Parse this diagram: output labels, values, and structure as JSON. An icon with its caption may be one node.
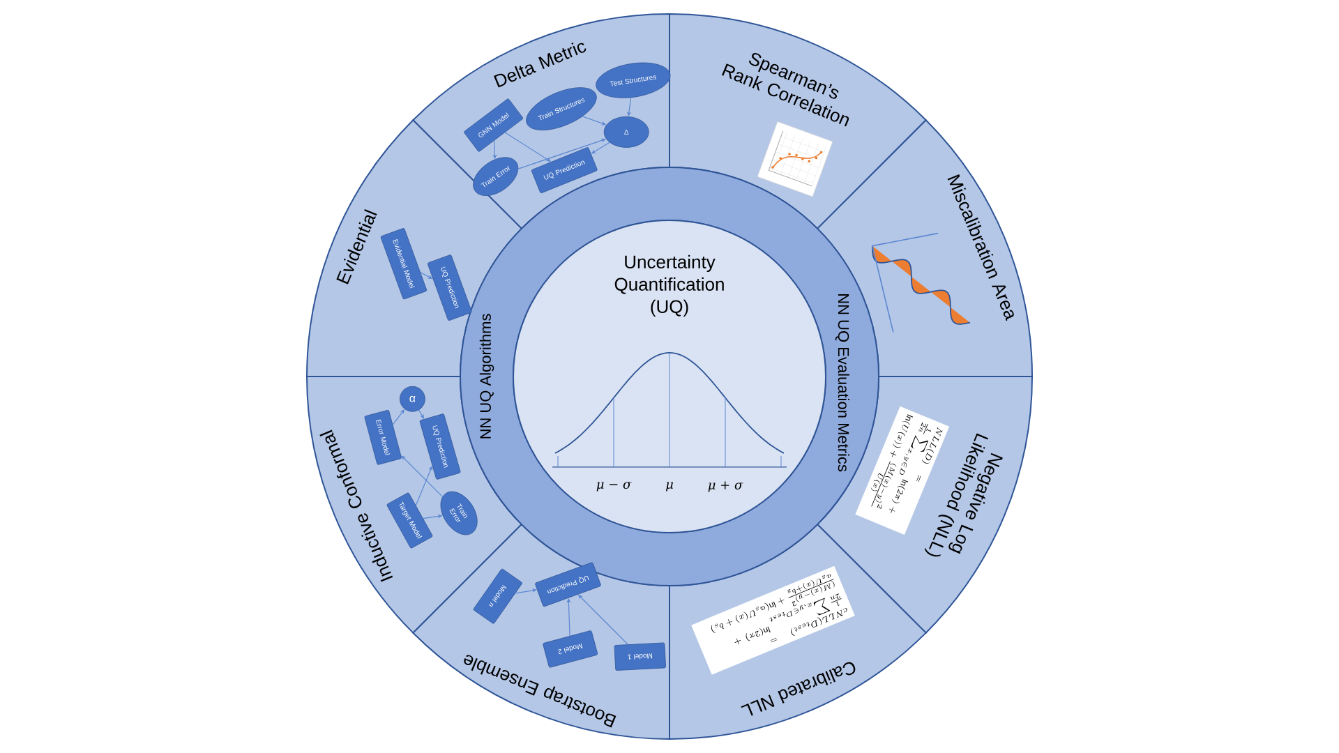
{
  "diagram": {
    "nodes": [
      {
        "text": [
          "Uncertainty Quantification (UQ)"
        ],
        "in": 1
      },
      {
        "text": [
          "NN UQ Algorithms",
          "NN UQ Evaluation Metrics"
        ]
      },
      {
        "text": [
          "Delta Metric"
        ]
      },
      {
        "text": [
          "GNN Model"
        ],
        "in": 2
      },
      {
        "text": [
          "Train Structures"
        ],
        "in": 2
      },
      {
        "text": [
          "Test Structures"
        ],
        "in": 2
      },
      {
        "text": [
          "Δ"
        ],
        "in": 2
      },
      {
        "text": [
          "Train Error"
        ],
        "in": 2
      },
      {
        "text": [
          "UQ Prediction"
        ],
        "in": 2
      },
      {
        "text": [
          "Evidential"
        ]
      },
      {
        "text": [
          "Evidential Model"
        ],
        "in": 9
      },
      {
        "text": [
          "UQ Prediction"
        ],
        "in": 9
      },
      {
        "text": [
          "Inductive Conformal"
        ]
      },
      {
        "text": [
          "α"
        ],
        "in": 12
      },
      {
        "text": [
          "Error Model"
        ],
        "in": 12
      },
      {
        "text": [
          "UQ Prediction"
        ],
        "in": 12
      },
      {
        "text": [
          "Target Model"
        ],
        "in": 12
      },
      {
        "text": [
          "Train Error"
        ],
        "in": 12
      },
      {
        "text": [
          "Bootstrap Ensemble"
        ]
      },
      {
        "text": [
          "UQ Prediction"
        ],
        "in": 18
      },
      {
        "text": [
          "Model n"
        ],
        "in": 18
      },
      {
        "text": [
          "Model 2"
        ],
        "in": 18
      },
      {
        "text": [
          "Model 1"
        ],
        "in": 18
      },
      {
        "text": [
          "Spearman’s Rank Correlation"
        ]
      },
      {
        "text": [],
        "shape": "picture",
        "in": 23
      },
      {
        "text": [
          "Miscalibration Area"
        ]
      },
      {
        "text": [],
        "shape": "picture",
        "in": 25
      },
      {
        "text": [
          "Negative Log Likelihood (NLL)"
        ]
      },
      {
        "text": [
          "NLL(D) = \\frac{1}{2n}\\sum_{x,y\\in D} \\ln(2\\pi) + \\ln(U(x)) + \\frac{(M(x)-y)^2}{U(x)}"
        ],
        "in": 27
      },
      {
        "text": [
          "Calibrated NLL"
        ]
      },
      {
        "text": [
          "cNLL(D_{test}) = \\frac{1}{2n}\\sum_{x,y\\in D_{test}} \\ln(2\\pi) + \\frac{(M(x)-y)^2}{a_s U(x)+b_s} + \\ln(a_s U(x)+b_s)"
        ],
        "in": 29
      }
    ],
    "edges": [
      {
        "from": 3,
        "to": 7,
        "arrow": "to"
      },
      {
        "from": 3,
        "to": 8,
        "arrow": "to"
      },
      {
        "from": 7,
        "to": 6,
        "arrow": "to"
      },
      {
        "from": 4,
        "to": 6,
        "arrow": "to"
      },
      {
        "from": 5,
        "to": 6,
        "arrow": "to"
      },
      {
        "from": 6,
        "to": 8,
        "arrow": "to"
      },
      {
        "from": 10,
        "to": 11,
        "arrow": "to"
      },
      {
        "from": 14,
        "to": 13,
        "arrow": "to"
      },
      {
        "from": 13,
        "to": 15,
        "arrow": "to"
      },
      {
        "from": 16,
        "to": 15,
        "arrow": "to"
      },
      {
        "from": 16,
        "to": 17,
        "arrow": "to"
      },
      {
        "from": 17,
        "to": 14,
        "arrow": "to"
      },
      {
        "from": 20,
        "to": 19,
        "arrow": "to"
      },
      {
        "from": 21,
        "to": 19,
        "arrow": "to"
      },
      {
        "from": 22,
        "to": 19,
        "arrow": "to"
      }
    ],
    "labels": [
      "μ − σ",
      "μ",
      "μ + σ"
    ]
  }
}
